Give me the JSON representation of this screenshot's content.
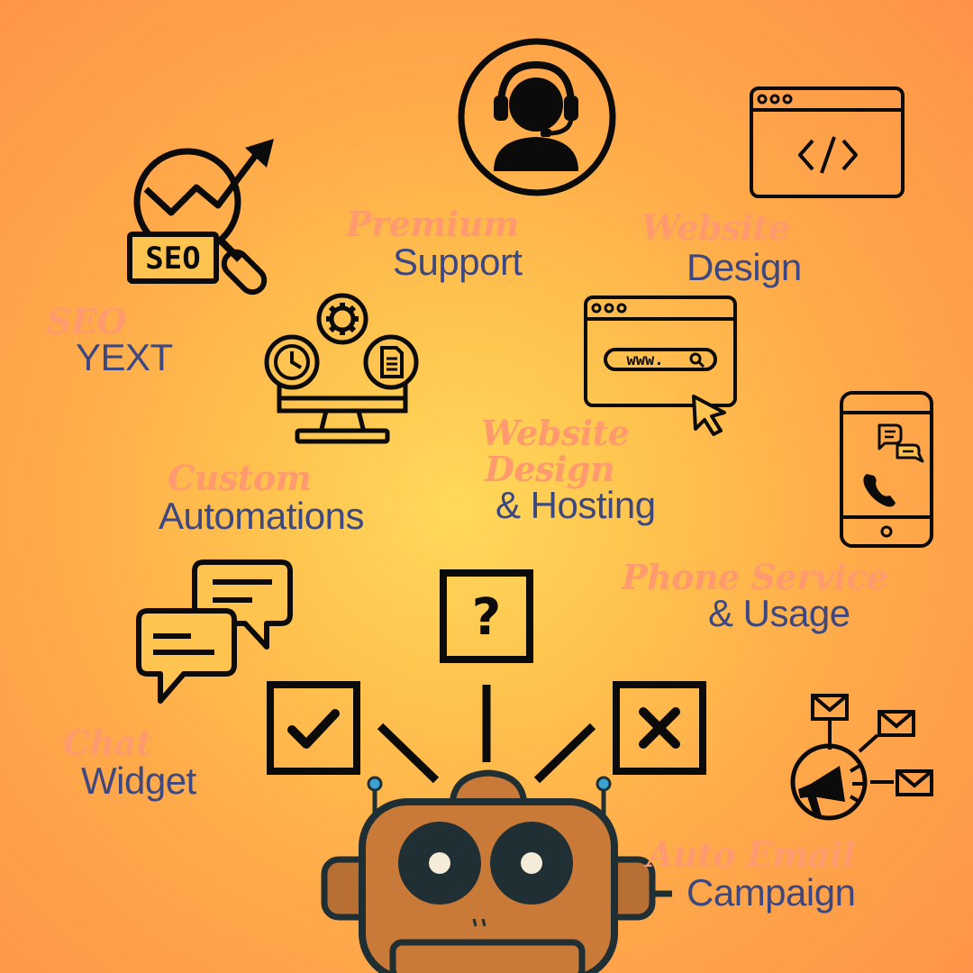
{
  "colors": {
    "accent": "#ff9a6e",
    "main": "#3d4880",
    "ink": "#0b0b0b",
    "robot_body": "#c97a38",
    "robot_outline": "#1f2f33"
  },
  "labels": {
    "premium_support": {
      "accent": "Premium",
      "main": "Support"
    },
    "website_design": {
      "accent": "Website",
      "main": "Design"
    },
    "seo_yext": {
      "accent": "SEO",
      "main": "YEXT"
    },
    "custom_automations": {
      "accent": "Custom",
      "main": "Automations"
    },
    "website_hosting": {
      "accent1": "Website",
      "accent2": "Design",
      "main": "& Hosting"
    },
    "phone_service": {
      "accent": "Phone Service",
      "main": "& Usage"
    },
    "chat_widget": {
      "accent": "Chat",
      "main": "Widget"
    },
    "auto_email": {
      "accent": "Auto Email",
      "main": "Campaign"
    }
  },
  "icons": {
    "seo_badge_text": "SEO",
    "url_bar_text": "www.",
    "question_mark": "?"
  }
}
